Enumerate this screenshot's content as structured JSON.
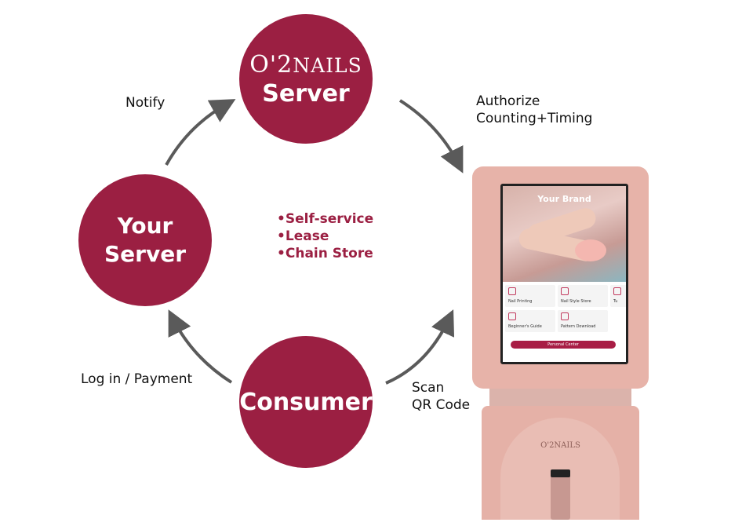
{
  "nodes": {
    "server": {
      "logo_main": "O'2",
      "logo_rest": "NAILS",
      "label": "Server"
    },
    "your_server": {
      "line1": "Your",
      "line2": "Server"
    },
    "consumer": {
      "label": "Consumer"
    }
  },
  "edges": {
    "notify": "Notify",
    "authorize_line1": "Authorize",
    "authorize_line2": "Counting+Timing",
    "login_payment": "Log in / Payment",
    "scan_line1": "Scan",
    "scan_line2": "QR Code"
  },
  "bullets": [
    "•Self-service",
    "•Lease",
    "•Chain Store"
  ],
  "device": {
    "screen_brand": "Your Brand",
    "tiles": [
      "Nail Printing",
      "Nail Style Store",
      "Tu",
      "Beginner's Guide",
      "Pattern Download"
    ],
    "personal_center": "Personal Center",
    "base_logo": "O'2NAILS"
  },
  "colors": {
    "node_fill": "#9b1f42",
    "arrow": "#5a5a5a",
    "device_pink": "#e7b3a9"
  }
}
